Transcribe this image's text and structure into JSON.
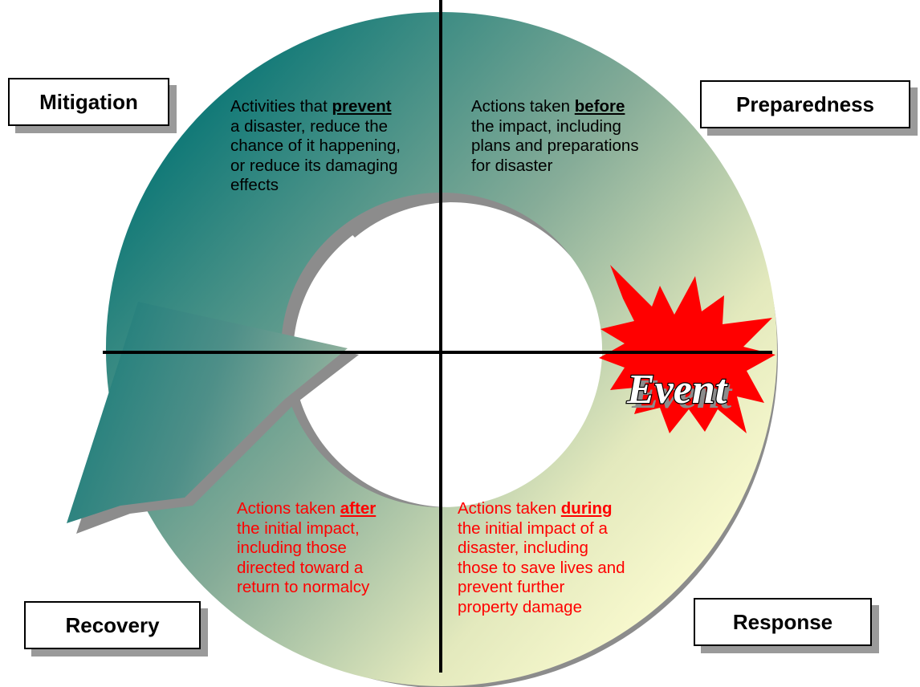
{
  "colors": {
    "ring_dark": "#137a78",
    "ring_light": "#fbfbd0",
    "shadow": "#8c8c8c",
    "starburst": "#ff0000",
    "red_text": "#ff0000",
    "black_text": "#000000"
  },
  "phases": {
    "mitigation": {
      "label": "Mitigation",
      "text_before": "Activities that",
      "keyword": "prevent",
      "lines": [
        "a disaster, reduce the",
        "chance of it happening,",
        "or reduce its damaging",
        "effects"
      ]
    },
    "preparedness": {
      "label": "Preparedness",
      "text_before": "Actions taken",
      "keyword": "before",
      "lines": [
        "the impact, including",
        "plans and preparations",
        "for disaster"
      ]
    },
    "recovery": {
      "label": "Recovery",
      "text_before": "Actions taken",
      "keyword": "after",
      "lines": [
        "the initial impact,",
        "including those",
        "directed toward a",
        "return to normalcy"
      ]
    },
    "response": {
      "label": "Response",
      "text_before": "Actions taken",
      "keyword": "during",
      "lines": [
        "the initial impact of a",
        "disaster, including",
        "those to save lives and",
        "prevent further",
        "property damage"
      ]
    }
  },
  "event": {
    "label": "Event",
    "icon": "starburst-icon"
  }
}
